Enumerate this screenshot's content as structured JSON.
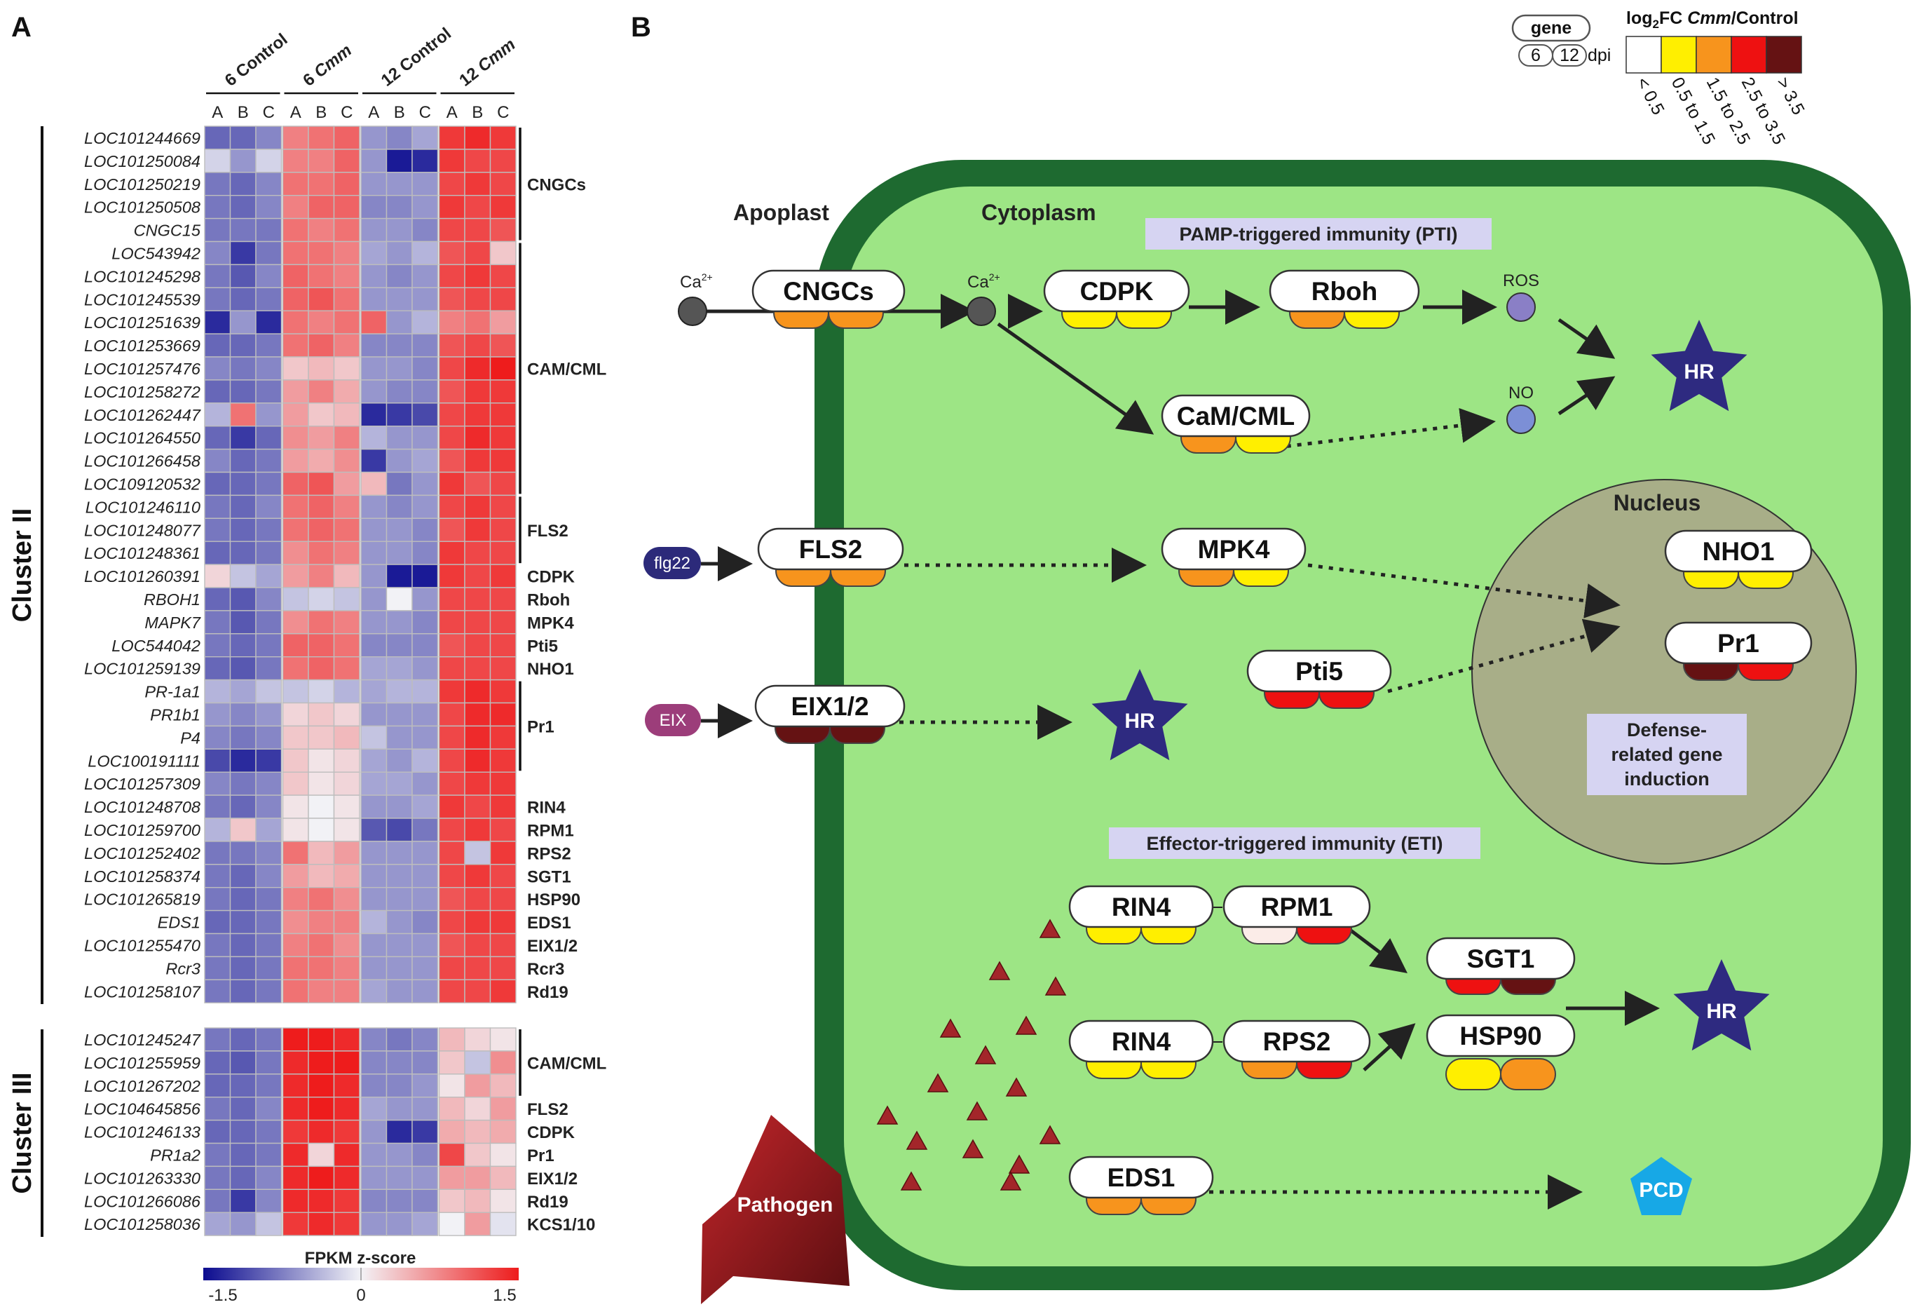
{
  "panel_a": {
    "label": "A",
    "column_groups": [
      "6 Control",
      "6 Cmm",
      "12 Control",
      "12 Cmm"
    ],
    "replicates": [
      "A",
      "B",
      "C"
    ],
    "cluster_ii": {
      "label": "Cluster II",
      "genes": [
        "LOC101244669",
        "LOC101250084",
        "LOC101250219",
        "LOC101250508",
        "CNGC15",
        "LOC543942",
        "LOC101245298",
        "LOC101245539",
        "LOC101251639",
        "LOC101253669",
        "LOC101257476",
        "LOC101258272",
        "LOC101262447",
        "LOC101264550",
        "LOC101266458",
        "LOC109120532",
        "LOC101246110",
        "LOC101248077",
        "LOC101248361",
        "LOC101260391",
        "RBOH1",
        "MAPK7",
        "LOC544042",
        "LOC101259139",
        "PR-1a1",
        "PR1b1",
        "P4",
        "LOC100191111",
        "LOC101257309",
        "LOC101248708",
        "LOC101259700",
        "LOC101252402",
        "LOC101258374",
        "LOC101265819",
        "EDS1",
        "LOC101255470",
        "Rcr3",
        "LOC101258107"
      ],
      "groups": [
        {
          "label": "CNGCs",
          "start": 0,
          "end": 4
        },
        {
          "label": "CAM/CML",
          "start": 5,
          "end": 15
        },
        {
          "label": "FLS2",
          "start": 16,
          "end": 18
        },
        {
          "label": "CDPK",
          "start": 19,
          "end": 19
        },
        {
          "label": "Rboh",
          "start": 20,
          "end": 20
        },
        {
          "label": "MPK4",
          "start": 21,
          "end": 21
        },
        {
          "label": "Pti5",
          "start": 22,
          "end": 22
        },
        {
          "label": "NHO1",
          "start": 23,
          "end": 23
        },
        {
          "label": "Pr1",
          "start": 24,
          "end": 27
        },
        {
          "label": "RIN4",
          "start": 29,
          "end": 29
        },
        {
          "label": "RPM1",
          "start": 30,
          "end": 30
        },
        {
          "label": "RPS2",
          "start": 31,
          "end": 31
        },
        {
          "label": "SGT1",
          "start": 32,
          "end": 32
        },
        {
          "label": "HSP90",
          "start": 33,
          "end": 33
        },
        {
          "label": "EDS1",
          "start": 34,
          "end": 34
        },
        {
          "label": "EIX1/2",
          "start": 35,
          "end": 35
        },
        {
          "label": "Rcr3",
          "start": 36,
          "end": 36
        },
        {
          "label": "Rd19",
          "start": 37,
          "end": 37
        }
      ]
    },
    "cluster_iii": {
      "label": "Cluster III",
      "genes": [
        "LOC101245247",
        "LOC101255959",
        "LOC101267202",
        "LOC104645856",
        "LOC101246133",
        "PR1a2",
        "LOC101263330",
        "LOC101266086",
        "LOC101258036"
      ],
      "groups": [
        {
          "label": "CAM/CML",
          "start": 0,
          "end": 2
        },
        {
          "label": "FLS2",
          "start": 3,
          "end": 3
        },
        {
          "label": "CDPK",
          "start": 4,
          "end": 4
        },
        {
          "label": "Pr1",
          "start": 5,
          "end": 5
        },
        {
          "label": "EIX1/2",
          "start": 6,
          "end": 6
        },
        {
          "label": "Rd19",
          "start": 7,
          "end": 7
        },
        {
          "label": "KCS1/10",
          "start": 8,
          "end": 8
        }
      ]
    },
    "colorbar": {
      "title": "FPKM z-score",
      "min_label": "-1.5",
      "mid_label": "0",
      "max_label": "1.5",
      "low_color": "#0b0b8f",
      "mid_color": "#f2f2f6",
      "high_color": "#ee1c1c"
    },
    "cluster_ii_matrix": [
      [
        -0.9,
        -0.9,
        -0.7,
        0.8,
        0.9,
        1.0,
        -0.6,
        -0.7,
        -0.5,
        1.3,
        1.4,
        1.3
      ],
      [
        -0.2,
        -0.6,
        -0.2,
        0.8,
        0.8,
        1.0,
        -0.6,
        -1.4,
        -1.3,
        1.3,
        1.2,
        1.2
      ],
      [
        -0.8,
        -0.9,
        -0.7,
        0.9,
        0.9,
        1.0,
        -0.6,
        -0.6,
        -0.6,
        1.2,
        1.3,
        1.2
      ],
      [
        -0.8,
        -0.9,
        -0.7,
        0.8,
        1.0,
        1.0,
        -0.7,
        -0.7,
        -0.6,
        1.3,
        1.2,
        1.3
      ],
      [
        -0.8,
        -0.8,
        -0.8,
        0.9,
        0.8,
        0.9,
        -0.6,
        -0.6,
        -0.7,
        1.2,
        1.2,
        1.1
      ],
      [
        -0.7,
        -1.2,
        -0.8,
        0.9,
        0.9,
        0.8,
        -0.5,
        -0.6,
        -0.4,
        1.1,
        1.2,
        0.3
      ],
      [
        -0.8,
        -1.0,
        -0.7,
        1.0,
        0.9,
        0.8,
        -0.6,
        -0.7,
        -0.6,
        1.2,
        1.3,
        1.2
      ],
      [
        -0.8,
        -0.9,
        -0.8,
        1.0,
        1.1,
        0.9,
        -0.6,
        -0.6,
        -0.6,
        1.1,
        1.2,
        1.2
      ],
      [
        -1.3,
        -0.6,
        -1.3,
        0.9,
        0.8,
        0.9,
        1.0,
        -0.6,
        -0.4,
        0.8,
        0.9,
        0.6
      ],
      [
        -0.9,
        -0.9,
        -0.8,
        0.9,
        1.0,
        0.8,
        -0.7,
        -0.7,
        -0.7,
        1.1,
        1.2,
        1.1
      ],
      [
        -0.7,
        -0.8,
        -0.7,
        0.3,
        0.4,
        0.3,
        -0.6,
        -0.6,
        -0.7,
        1.2,
        1.4,
        1.5
      ],
      [
        -0.9,
        -0.9,
        -0.8,
        0.6,
        0.8,
        0.5,
        -0.6,
        -0.7,
        -0.7,
        1.1,
        1.3,
        1.3
      ],
      [
        -0.4,
        0.9,
        -0.6,
        0.6,
        0.3,
        0.4,
        -1.3,
        -1.2,
        -1.1,
        1.2,
        1.3,
        1.3
      ],
      [
        -0.9,
        -1.2,
        -0.9,
        0.7,
        0.6,
        0.8,
        -0.4,
        -0.6,
        -0.6,
        1.2,
        1.4,
        1.3
      ],
      [
        -0.7,
        -0.9,
        -0.8,
        0.6,
        0.5,
        0.7,
        -1.2,
        -0.6,
        -0.5,
        1.1,
        1.3,
        1.3
      ],
      [
        -0.9,
        -0.9,
        -0.8,
        1.0,
        1.1,
        0.6,
        0.4,
        -0.8,
        -0.6,
        1.3,
        1.1,
        1.2
      ],
      [
        -0.8,
        -0.9,
        -0.7,
        0.9,
        1.0,
        0.8,
        -0.6,
        -0.7,
        -0.6,
        1.2,
        1.3,
        1.2
      ],
      [
        -0.8,
        -0.9,
        -0.8,
        0.9,
        1.0,
        0.9,
        -0.6,
        -0.6,
        -0.7,
        1.1,
        1.3,
        1.2
      ],
      [
        -0.9,
        -0.9,
        -0.8,
        0.7,
        0.9,
        0.8,
        -0.6,
        -0.6,
        -0.7,
        1.3,
        1.2,
        1.2
      ],
      [
        0.2,
        -0.3,
        -0.5,
        0.6,
        0.8,
        0.4,
        -0.6,
        -1.4,
        -1.4,
        1.3,
        1.2,
        1.3
      ],
      [
        -0.9,
        -1.0,
        -0.7,
        -0.3,
        -0.2,
        -0.3,
        -0.6,
        0.0,
        -0.6,
        1.2,
        1.2,
        1.2
      ],
      [
        -0.8,
        -1.0,
        -0.8,
        0.7,
        0.9,
        0.8,
        -0.6,
        -0.6,
        -0.7,
        1.2,
        1.2,
        1.2
      ],
      [
        -0.8,
        -0.9,
        -0.8,
        1.0,
        1.0,
        0.9,
        -0.7,
        -0.7,
        -0.7,
        1.1,
        1.2,
        1.2
      ],
      [
        -0.9,
        -1.0,
        -0.8,
        0.9,
        1.0,
        0.9,
        -0.5,
        -0.5,
        -0.6,
        1.2,
        1.2,
        1.2
      ],
      [
        -0.4,
        -0.5,
        -0.3,
        -0.3,
        -0.2,
        -0.4,
        -0.5,
        -0.4,
        -0.4,
        1.3,
        1.4,
        1.3
      ],
      [
        -0.6,
        -0.7,
        -0.6,
        0.2,
        0.3,
        0.2,
        -0.6,
        -0.6,
        -0.6,
        1.2,
        1.4,
        1.4
      ],
      [
        -0.7,
        -0.8,
        -0.7,
        0.3,
        0.3,
        0.4,
        -0.3,
        -0.6,
        -0.6,
        1.2,
        1.4,
        1.3
      ],
      [
        -1.1,
        -1.3,
        -1.2,
        0.3,
        0.1,
        0.2,
        -0.5,
        -0.6,
        -0.4,
        1.2,
        1.4,
        1.3
      ],
      [
        -0.7,
        -0.8,
        -0.7,
        0.3,
        0.1,
        0.2,
        -0.5,
        -0.5,
        -0.6,
        1.2,
        1.3,
        1.3
      ],
      [
        -0.8,
        -0.9,
        -0.7,
        0.1,
        0.0,
        0.1,
        -0.6,
        -0.6,
        -0.5,
        1.3,
        1.2,
        1.3
      ],
      [
        -0.4,
        0.3,
        -0.5,
        0.1,
        0.0,
        0.1,
        -1.0,
        -1.1,
        -0.8,
        1.2,
        1.3,
        1.2
      ],
      [
        -0.8,
        -0.8,
        -0.7,
        0.9,
        0.4,
        0.6,
        -0.6,
        -0.6,
        -0.6,
        1.2,
        -0.3,
        1.3
      ],
      [
        -0.8,
        -0.9,
        -0.7,
        0.6,
        0.4,
        0.5,
        -0.6,
        -0.6,
        -0.6,
        1.2,
        1.3,
        1.2
      ],
      [
        -0.8,
        -0.9,
        -0.8,
        0.8,
        0.9,
        0.7,
        -0.6,
        -0.6,
        -0.6,
        1.1,
        1.2,
        1.2
      ],
      [
        -0.9,
        -0.9,
        -0.8,
        0.7,
        0.8,
        0.8,
        -0.4,
        -0.6,
        -0.7,
        1.2,
        1.3,
        1.3
      ],
      [
        -0.8,
        -0.9,
        -0.8,
        0.8,
        0.9,
        0.7,
        -0.6,
        -0.6,
        -0.6,
        1.1,
        1.2,
        1.2
      ],
      [
        -0.8,
        -0.9,
        -0.8,
        0.9,
        0.9,
        0.8,
        -0.6,
        -0.6,
        -0.6,
        1.2,
        1.2,
        1.2
      ],
      [
        -0.8,
        -0.9,
        -0.8,
        0.9,
        0.8,
        0.8,
        -0.5,
        -0.6,
        -0.6,
        1.2,
        1.2,
        1.3
      ]
    ],
    "cluster_iii_matrix": [
      [
        -0.8,
        -0.9,
        -0.8,
        1.5,
        1.5,
        1.4,
        -0.7,
        -0.8,
        -0.7,
        0.4,
        0.2,
        0.1
      ],
      [
        -0.9,
        -1.0,
        -0.8,
        1.4,
        1.6,
        1.5,
        -0.7,
        -0.7,
        -0.7,
        0.3,
        -0.3,
        0.7
      ],
      [
        -0.9,
        -0.9,
        -0.8,
        1.4,
        1.5,
        1.4,
        -0.7,
        -0.7,
        -0.6,
        0.1,
        0.6,
        0.4
      ],
      [
        -0.8,
        -0.9,
        -0.7,
        1.4,
        1.5,
        1.4,
        -0.5,
        -0.6,
        -0.6,
        0.4,
        0.2,
        0.6
      ],
      [
        -0.9,
        -0.9,
        -0.8,
        1.3,
        1.4,
        1.3,
        -0.6,
        -1.3,
        -1.2,
        0.5,
        0.4,
        0.5
      ],
      [
        -0.8,
        -0.9,
        -0.8,
        1.4,
        0.2,
        1.4,
        -0.6,
        -0.6,
        -0.7,
        1.2,
        0.3,
        0.1
      ],
      [
        -0.8,
        -0.9,
        -0.7,
        1.4,
        1.5,
        1.4,
        -0.6,
        -0.6,
        -0.6,
        0.6,
        0.6,
        0.4
      ],
      [
        -0.8,
        -1.2,
        -0.7,
        1.4,
        1.4,
        1.3,
        -0.7,
        -0.7,
        -0.7,
        0.3,
        0.4,
        0.1
      ],
      [
        -0.5,
        -0.6,
        -0.3,
        1.3,
        1.4,
        1.3,
        -0.6,
        -0.6,
        -0.5,
        0.0,
        0.6,
        -0.1
      ]
    ]
  },
  "panel_b": {
    "label": "B",
    "legend": {
      "gene_label": "gene",
      "time_labels": [
        "6",
        "12"
      ],
      "dpi_label": "dpi",
      "title": "log₂FC Cmm/Control",
      "bins": [
        {
          "label": "< 0.5",
          "color": "#ffffff"
        },
        {
          "label": "0.5 to 1.5",
          "color": "#ffef00"
        },
        {
          "label": "1.5 to 2.5",
          "color": "#f7941d"
        },
        {
          "label": "2.5 to 3.5",
          "color": "#ee1111"
        },
        {
          "label": "> 3.5",
          "color": "#651213"
        }
      ]
    },
    "regions": {
      "apoplast": "Apoplast",
      "cytoplasm": "Cytoplasm",
      "nucleus": "Nucleus"
    },
    "pti_title": "PAMP-triggered immunity (PTI)",
    "eti_title": "Effector-triggered immunity (ETI)",
    "defense_box": [
      "Defense-",
      "related gene",
      "induction"
    ],
    "nodes": {
      "cngcs": {
        "label": "CNGCs",
        "c6": "#f7941d",
        "c12": "#f7941d"
      },
      "cdpk": {
        "label": "CDPK",
        "c6": "#ffef00",
        "c12": "#ffef00"
      },
      "rboh": {
        "label": "Rboh",
        "c6": "#f7941d",
        "c12": "#ffef00"
      },
      "camcml": {
        "label": "CaM/CML",
        "c6": "#f7941d",
        "c12": "#ffef00"
      },
      "fls2": {
        "label": "FLS2",
        "c6": "#f7941d",
        "c12": "#f7941d"
      },
      "mpk4": {
        "label": "MPK4",
        "c6": "#f7941d",
        "c12": "#ffef00"
      },
      "eix12": {
        "label": "EIX1/2",
        "c6": "#651213",
        "c12": "#651213"
      },
      "pti5": {
        "label": "Pti5",
        "c6": "#ee1111",
        "c12": "#ee1111"
      },
      "nho1": {
        "label": "NHO1",
        "c6": "#ffef00",
        "c12": "#ffef00"
      },
      "pr1": {
        "label": "Pr1",
        "c6": "#651213",
        "c12": "#ee1111"
      },
      "rin4a": {
        "label": "RIN4",
        "c6": "#ffef00",
        "c12": "#ffef00"
      },
      "rpm1": {
        "label": "RPM1",
        "c6": "#fbece8",
        "c12": "#ee1111"
      },
      "rin4b": {
        "label": "RIN4",
        "c6": "#ffef00",
        "c12": "#ffef00"
      },
      "rps2": {
        "label": "RPS2",
        "c6": "#f7941d",
        "c12": "#ee1111"
      },
      "sgt1": {
        "label": "SGT1",
        "c6": "#ee1111",
        "c12": "#651213"
      },
      "hsp90": {
        "label": "HSP90",
        "c6": "#ffef00",
        "c12": "#f7941d"
      },
      "eds1": {
        "label": "EDS1",
        "c6": "#f7941d",
        "c12": "#f7941d"
      }
    },
    "signals": {
      "ca_outside": "Ca",
      "ca_inside": "Ca",
      "ca_sup": "2+",
      "ros": "ROS",
      "no": "NO",
      "flg22": "flg22",
      "eix": "EIX"
    },
    "outputs": {
      "hr": "HR",
      "pcd": "PCD"
    },
    "pathogen": "Pathogen"
  }
}
